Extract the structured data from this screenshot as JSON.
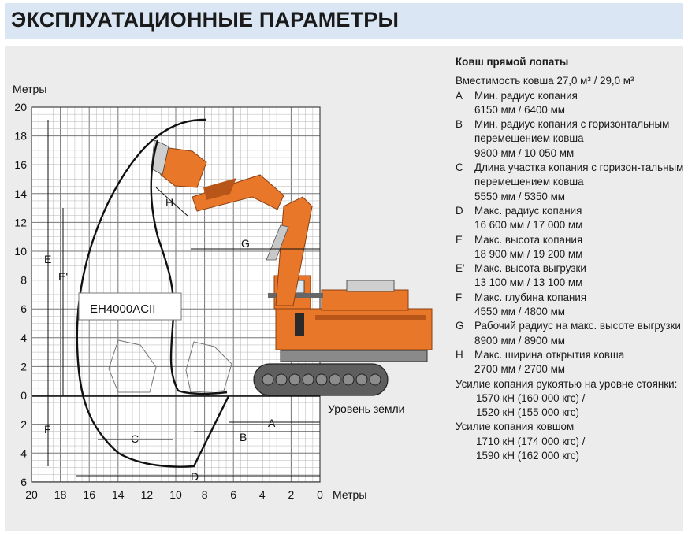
{
  "header": {
    "title": "ЭКСПЛУАТАЦИОННЫЕ ПАРАМЕТРЫ"
  },
  "diagram": {
    "y_axis_title": "Метры",
    "x_axis_title": "Метры",
    "ground_label": "Уровень земли",
    "model_label": "EH4000ACII",
    "y_ticks_up": [
      "20",
      "18",
      "16",
      "14",
      "12",
      "10",
      "8",
      "6",
      "4",
      "2",
      "0"
    ],
    "y_ticks_down": [
      "2",
      "4",
      "6"
    ],
    "x_ticks": [
      "20",
      "18",
      "16",
      "14",
      "12",
      "10",
      "8",
      "6",
      "4",
      "2",
      "0"
    ],
    "dim_letters": {
      "A": "A",
      "B": "B",
      "C": "C",
      "D": "D",
      "E": "E",
      "E2": "E'",
      "F": "F",
      "G": "G",
      "H": "H"
    },
    "colors": {
      "machine": "#e8772a",
      "machine_dark": "#b8561a",
      "track": "#5a5a5a",
      "grid": "#b5b5b5",
      "envelope": "#111111"
    }
  },
  "specs": {
    "title": "Ковш прямой лопаты",
    "capacity": "Вместимость ковша 27,0 м³ / 29,0 м³",
    "items": [
      {
        "key": "A",
        "label": "Мин. радиус копания",
        "value": "6150 мм / 6400 мм"
      },
      {
        "key": "B",
        "label": "Мин. радиус копания с горизонтальным перемещением ковша",
        "value": "9800 мм / 10 050 мм"
      },
      {
        "key": "C",
        "label": "Длина участка копания с горизон-тальным перемещением ковша",
        "value": "5550 мм / 5350 мм"
      },
      {
        "key": "D",
        "label": "Макс. радиус копания",
        "value": "16 600 мм / 17 000 мм"
      },
      {
        "key": "E",
        "label": "Макс. высота копания",
        "value": "18 900 мм / 19 200 мм"
      },
      {
        "key": "E'",
        "label": "Макс. высота выгрузки",
        "value": "13 100 мм / 13 100 мм"
      },
      {
        "key": "F",
        "label": "Макс. глубина копания",
        "value": "4550 мм / 4800 мм"
      },
      {
        "key": "G",
        "label": "Рабочий радиус на макс. высоте выгрузки",
        "value": "8900 мм / 8900 мм"
      },
      {
        "key": "H",
        "label": "Макс. ширина открытия ковша",
        "value": "2700 мм / 2700 мм"
      }
    ],
    "crowd_force": {
      "label": "Усилие копания рукоятью на уровне стоянки:",
      "v1": "1570 кН (160 000 кгс) /",
      "v2": "1520 кН (155 000 кгс)"
    },
    "bucket_force": {
      "label": "Усилие копания ковшом",
      "v1": "1710 кН (174 000 кгс) /",
      "v2": "1590 кН (162 000 кгс)"
    }
  }
}
